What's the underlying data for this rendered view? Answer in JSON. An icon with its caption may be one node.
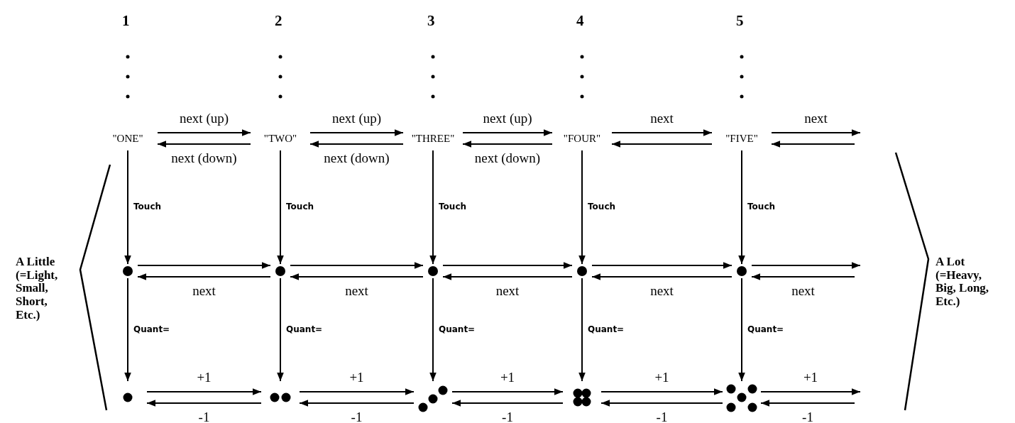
{
  "diagram": {
    "nodes": [
      {
        "text": [
          "\"ONE\""
        ]
      },
      {
        "text": [
          "\"TWO\""
        ]
      },
      {
        "text": [
          "\"THREE\""
        ]
      },
      {
        "text": [
          "\"FOUR\""
        ]
      },
      {
        "text": [
          "\"FIVE\""
        ]
      },
      {
        "text": [],
        "shape": "circle"
      },
      {
        "text": [],
        "shape": "circle"
      },
      {
        "text": [],
        "shape": "circle"
      },
      {
        "text": [],
        "shape": "circle"
      },
      {
        "text": [],
        "shape": "circle"
      },
      {
        "text": [],
        "shape": "dots"
      },
      {
        "text": [],
        "shape": "dots"
      },
      {
        "text": [],
        "shape": "dots"
      },
      {
        "text": [],
        "shape": "dots"
      },
      {
        "text": [],
        "shape": "dots"
      }
    ],
    "edges": [
      {
        "from": 0,
        "to": 1,
        "arrow": "to",
        "label": "next (up)"
      },
      {
        "from": 1,
        "to": 0,
        "arrow": "to",
        "label": "next (down)"
      },
      {
        "from": 1,
        "to": 2,
        "arrow": "to",
        "label": "next (up)"
      },
      {
        "from": 2,
        "to": 1,
        "arrow": "to",
        "label": "next (down)"
      },
      {
        "from": 2,
        "to": 3,
        "arrow": "to",
        "label": "next (up)"
      },
      {
        "from": 3,
        "to": 2,
        "arrow": "to",
        "label": "next (down)"
      },
      {
        "from": 3,
        "to": 4,
        "arrow": "to",
        "label": "next"
      },
      {
        "from": 4,
        "to": 3,
        "arrow": "to"
      },
      {
        "from": 4,
        "to": null,
        "arrow": "to",
        "label": "next"
      },
      {
        "from": null,
        "to": 4,
        "arrow": "to"
      },
      {
        "from": 0,
        "to": 5,
        "arrow": "to",
        "label": "Touch"
      },
      {
        "from": 1,
        "to": 6,
        "arrow": "to",
        "label": "Touch"
      },
      {
        "from": 2,
        "to": 7,
        "arrow": "to",
        "label": "Touch"
      },
      {
        "from": 3,
        "to": 8,
        "arrow": "to",
        "label": "Touch"
      },
      {
        "from": 4,
        "to": 9,
        "arrow": "to",
        "label": "Touch"
      },
      {
        "from": 5,
        "to": 6,
        "arrow": "to"
      },
      {
        "from": 6,
        "to": 5,
        "arrow": "to",
        "label": "next"
      },
      {
        "from": 6,
        "to": 7,
        "arrow": "to"
      },
      {
        "from": 7,
        "to": 6,
        "arrow": "to",
        "label": "next"
      },
      {
        "from": 7,
        "to": 8,
        "arrow": "to"
      },
      {
        "from": 8,
        "to": 7,
        "arrow": "to",
        "label": "next"
      },
      {
        "from": 8,
        "to": 9,
        "arrow": "to"
      },
      {
        "from": 9,
        "to": 8,
        "arrow": "to",
        "label": "next"
      },
      {
        "from": 9,
        "to": null,
        "arrow": "to"
      },
      {
        "from": null,
        "to": 9,
        "arrow": "to",
        "label": "next"
      },
      {
        "from": 5,
        "to": 10,
        "arrow": "to",
        "label": "Quant="
      },
      {
        "from": 6,
        "to": 11,
        "arrow": "to",
        "label": "Quant="
      },
      {
        "from": 7,
        "to": 12,
        "arrow": "to",
        "label": "Quant="
      },
      {
        "from": 8,
        "to": 13,
        "arrow": "to",
        "label": "Quant="
      },
      {
        "from": 9,
        "to": 14,
        "arrow": "to",
        "label": "Quant="
      },
      {
        "from": 10,
        "to": 11,
        "arrow": "to",
        "label": "+1"
      },
      {
        "from": 11,
        "to": 10,
        "arrow": "to",
        "label": "-1"
      },
      {
        "from": 11,
        "to": 12,
        "arrow": "to",
        "label": "+1"
      },
      {
        "from": 12,
        "to": 11,
        "arrow": "to",
        "label": "-1"
      },
      {
        "from": 12,
        "to": 13,
        "arrow": "to",
        "label": "+1"
      },
      {
        "from": 13,
        "to": 12,
        "arrow": "to",
        "label": "-1"
      },
      {
        "from": 13,
        "to": 14,
        "arrow": "to",
        "label": "+1"
      },
      {
        "from": 14,
        "to": 13,
        "arrow": "to",
        "label": "-1"
      },
      {
        "from": 14,
        "to": null,
        "arrow": "to",
        "label": "+1"
      },
      {
        "from": null,
        "to": 14,
        "arrow": "to",
        "label": "-1"
      }
    ],
    "labels": [
      "1",
      "2",
      "3",
      "4",
      "5",
      "A Little (=Light, Small, Short, Etc.)",
      "A Lot (=Heavy, Big, Long, Etc.)"
    ]
  }
}
